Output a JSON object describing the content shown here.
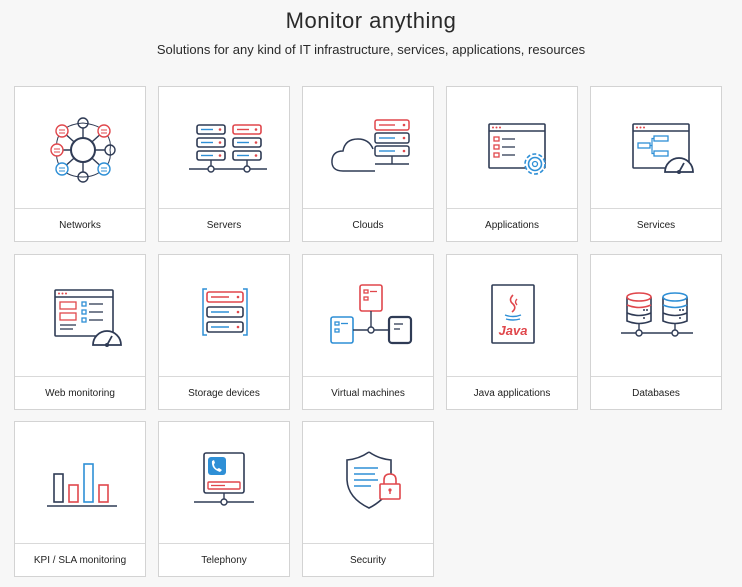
{
  "header": {
    "title": "Monitor anything",
    "subtitle": "Solutions for any kind of IT infrastructure, services, applications, resources"
  },
  "colors": {
    "navy": "#2f3b55",
    "red": "#e0474c",
    "blue": "#2e8fd6"
  },
  "tiles": [
    {
      "label": "Networks",
      "icon": "network-icon"
    },
    {
      "label": "Servers",
      "icon": "servers-icon"
    },
    {
      "label": "Clouds",
      "icon": "cloud-icon"
    },
    {
      "label": "Applications",
      "icon": "applications-icon"
    },
    {
      "label": "Services",
      "icon": "services-icon"
    },
    {
      "label": "Web monitoring",
      "icon": "web-monitoring-icon"
    },
    {
      "label": "Storage devices",
      "icon": "storage-devices-icon"
    },
    {
      "label": "Virtual machines",
      "icon": "virtual-machines-icon"
    },
    {
      "label": "Java applications",
      "icon": "java-icon",
      "icon_text": "Java"
    },
    {
      "label": "Databases",
      "icon": "databases-icon"
    },
    {
      "label": "KPI / SLA monitoring",
      "icon": "kpi-chart-icon"
    },
    {
      "label": "Telephony",
      "icon": "telephony-icon"
    },
    {
      "label": "Security",
      "icon": "security-shield-icon"
    }
  ]
}
